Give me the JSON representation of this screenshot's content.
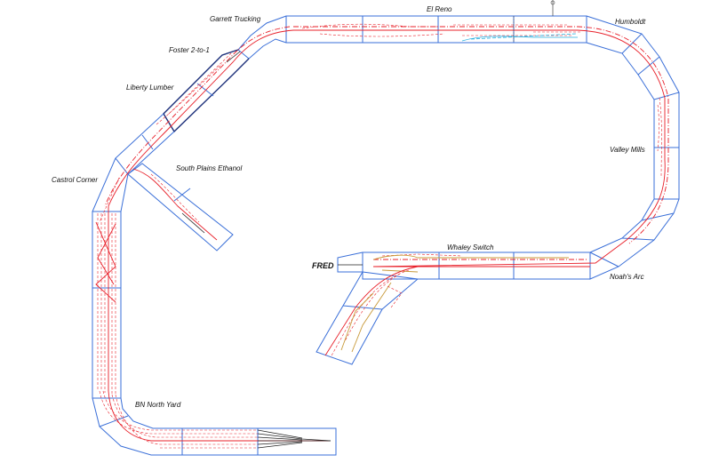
{
  "labels": {
    "garrett": "Garrett Trucking",
    "elreno": "El Reno",
    "humboldt": "Humboldt",
    "foster": "Foster 2-to-1",
    "liberty": "Liberty Lumber",
    "southplains": "South Plains Ethanol",
    "castrol": "Castrol Corner",
    "valley": "Valley Mills",
    "whaley": "Whaley Switch",
    "fred": "FRED",
    "noah": "Noah's Arc",
    "bnnorth": "BN North Yard"
  },
  "colors": {
    "benchwork": "#3a6fd8",
    "track": "#e8202a",
    "spur": "#2ab0e0",
    "staging": "#222222",
    "industry": "#c89a3a"
  }
}
